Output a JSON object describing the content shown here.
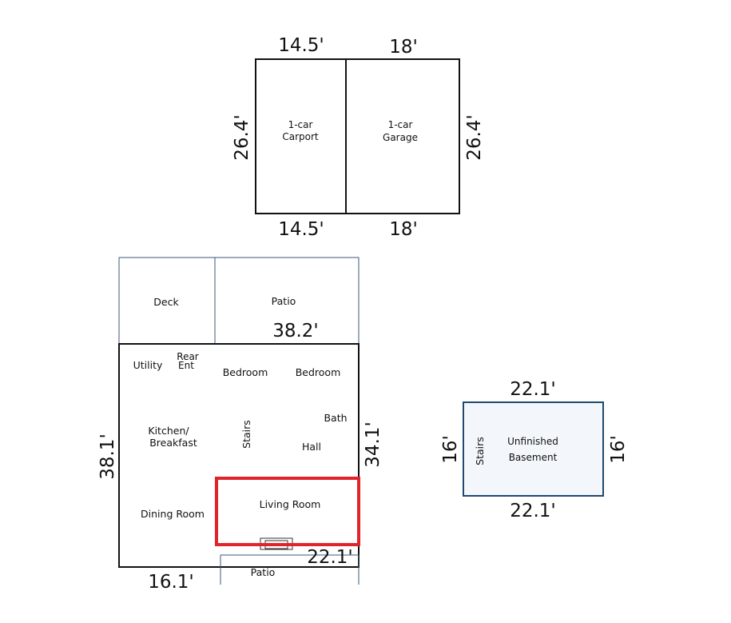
{
  "colors": {
    "main_wall": "#111111",
    "outer_line": "#3a5a78",
    "basement_wall": "#1d4a6e",
    "basement_fill": "#f3f7fb",
    "highlight": "#e0242b"
  },
  "garage_block": {
    "top_left_dim": "14.5'",
    "top_right_dim": "18'",
    "bottom_left_dim": "14.5'",
    "bottom_right_dim": "18'",
    "left_dim": "26.4'",
    "right_dim": "26.4'",
    "carport_line1": "1-car",
    "carport_line2": "Carport",
    "garage_line1": "1-car",
    "garage_line2": "Garage"
  },
  "main_floor": {
    "deck": "Deck",
    "patio_top": "Patio",
    "top_dim": "38.2'",
    "utility": "Utility",
    "rear_line1": "Rear",
    "rear_line2": "Ent",
    "bedroom_1": "Bedroom",
    "bedroom_2": "Bedroom",
    "bath": "Bath",
    "kitchen_line1": "Kitchen/",
    "kitchen_line2": "Breakfast",
    "stairs": "Stairs",
    "hall": "Hall",
    "right_dim": "34.1'",
    "left_dim": "38.1'",
    "living_room": "Living Room",
    "dining_room": "Dining Room",
    "bottom_right_dim": "22.1'",
    "bottom_left_dim": "16.1'",
    "patio_bottom": "Patio"
  },
  "basement": {
    "top_dim": "22.1'",
    "bottom_dim": "22.1'",
    "left_dim": "16'",
    "right_dim": "16'",
    "stairs": "Stairs",
    "label_line1": "Unfinished",
    "label_line2": "Basement"
  }
}
